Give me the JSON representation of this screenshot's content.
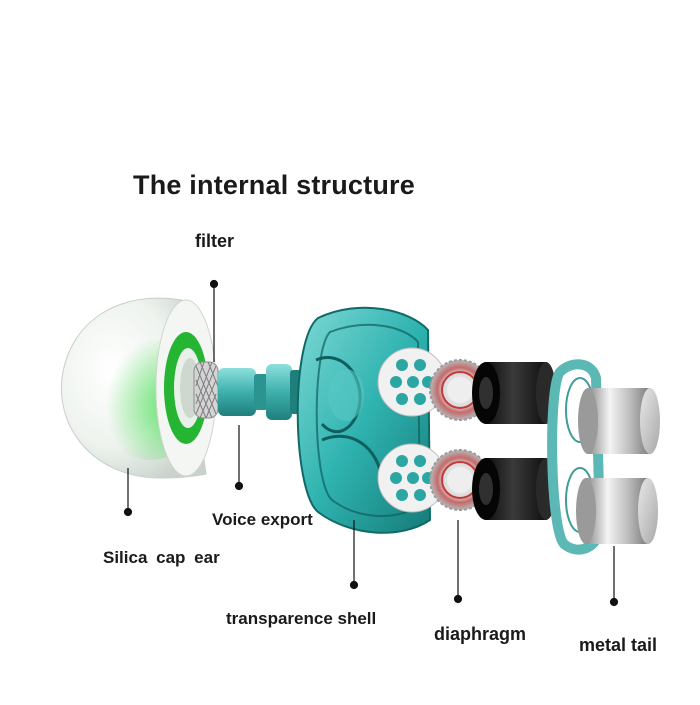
{
  "title": "The internal structure",
  "labels": {
    "filter": "filter",
    "voice_export": "Voice export",
    "silica_cap_ear": "Silica  cap ear",
    "transparence_shell": "transparence shell",
    "diaphragm": "diaphragm",
    "metal_tail": "metal tail"
  },
  "colors": {
    "teal_shell": "#2fb3b0",
    "teal_dark": "#137a78",
    "green_core": "#27c23a",
    "driver_black": "#1d1d1d",
    "metal_silver": "#c9c9c9",
    "gasket_teal": "#5bb8b4"
  }
}
